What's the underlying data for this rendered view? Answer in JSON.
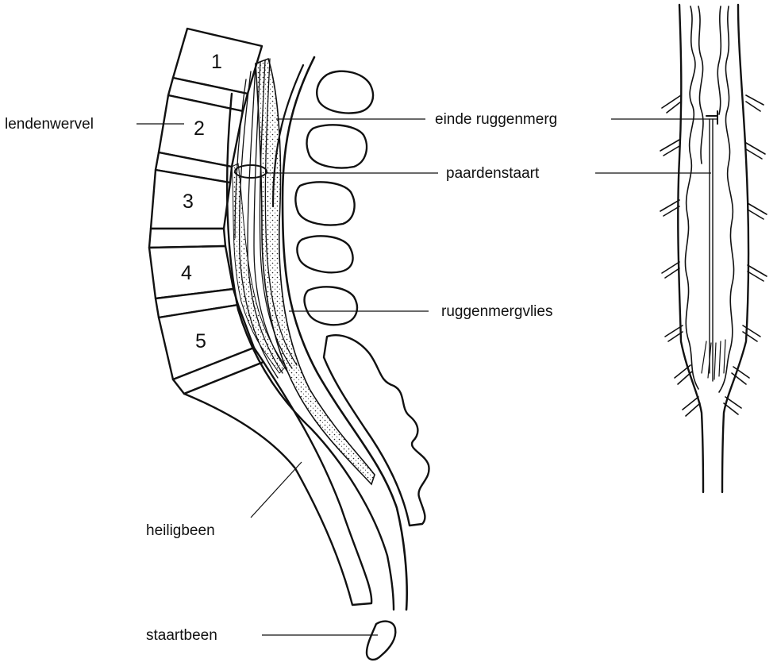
{
  "vertebra_numbers": [
    "1",
    "2",
    "3",
    "4",
    "5"
  ],
  "labels": {
    "lendenwervel": "lendenwervel",
    "einde_ruggenmerg": "einde ruggenmerg",
    "paardenstaart": "paardenstaart",
    "ruggenmergvlies": "ruggenmergvlies",
    "heiligbeen": "heiligbeen",
    "staartbeen": "staartbeen"
  },
  "colors": {
    "ink": "#111111",
    "background": "#ffffff"
  }
}
